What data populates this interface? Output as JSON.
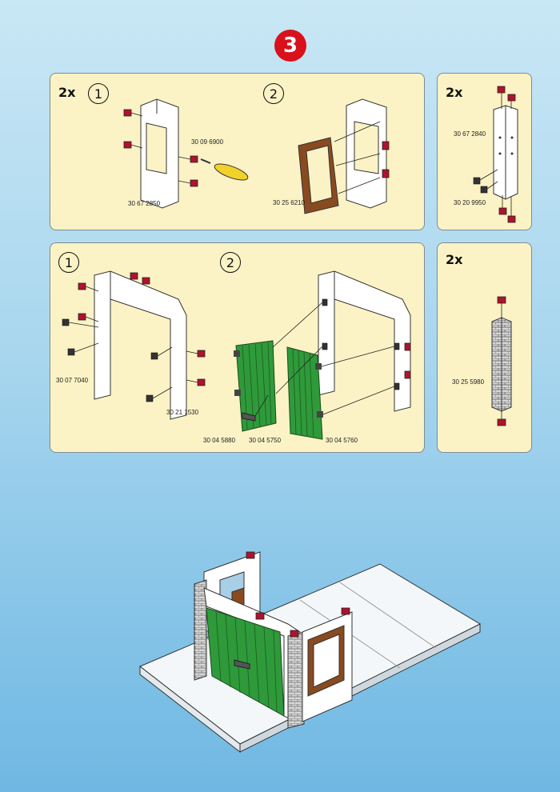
{
  "step": "3",
  "panels": {
    "p1": {
      "quantity": "2x",
      "sub1": "1",
      "sub2": "2",
      "parts": [
        "30 09 6900",
        "30 67 2850",
        "30 25 6210"
      ]
    },
    "p2": {
      "quantity": "2x",
      "parts": [
        "30 67 2840",
        "30 20 9950"
      ]
    },
    "p3": {
      "sub1": "1",
      "sub2": "2",
      "parts": [
        "30 07 7040",
        "30 21 1530",
        "30 04 5880",
        "30 04 5750",
        "30 04 5760"
      ]
    },
    "p4": {
      "quantity": "2x",
      "parts": [
        "30 25 5980"
      ]
    }
  },
  "colors": {
    "panel_bg": "#fbf3c5",
    "step_badge": "#d9111b",
    "door_green": "#2f9a3a",
    "window_brown": "#8a4a1f",
    "pin_red": "#b0122d",
    "tool_yellow": "#f2d12b"
  },
  "icons": [
    "red-connector-icon",
    "black-connector-icon",
    "yellow-tool-icon"
  ]
}
